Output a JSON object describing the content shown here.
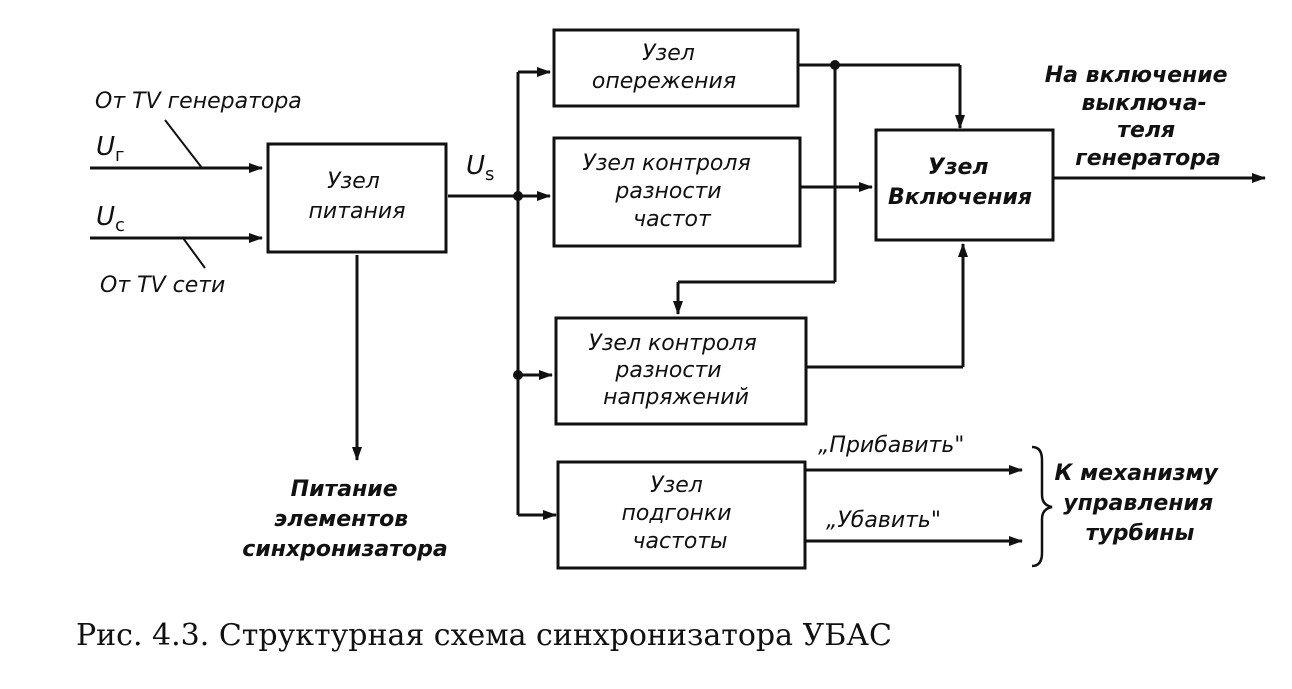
{
  "diagram": {
    "inputs": {
      "generator_source": "От TV генератора",
      "generator_voltage": "U",
      "generator_voltage_sub": "г",
      "network_voltage": "U",
      "network_voltage_sub": "с",
      "network_source": "От TV сети"
    },
    "bus_voltage": "U",
    "bus_voltage_sub": "s",
    "blocks": {
      "power": [
        "Узел",
        "питания"
      ],
      "advance": [
        "Узел",
        "опережения"
      ],
      "freq_diff": [
        "Узел контроля",
        "разности",
        "частот"
      ],
      "volt_diff": [
        "Узел контроля",
        "разности",
        "напряжений"
      ],
      "freq_adjust": [
        "Узел",
        "подгонки",
        "частоты"
      ],
      "switch_on": [
        "Узел",
        "Включения"
      ]
    },
    "outputs": {
      "power_elements": [
        "Питание",
        "элементов",
        "синхронизатора"
      ],
      "breaker": [
        "На включение",
        "выключа-",
        "теля",
        "генератора"
      ],
      "add": "„Прибавить\"",
      "reduce": "„Убавить\"",
      "turbine": [
        "К механизму",
        "управления",
        "турбины"
      ]
    },
    "caption": "Рис. 4.3. Структурная схема синхронизатора УБАС"
  }
}
